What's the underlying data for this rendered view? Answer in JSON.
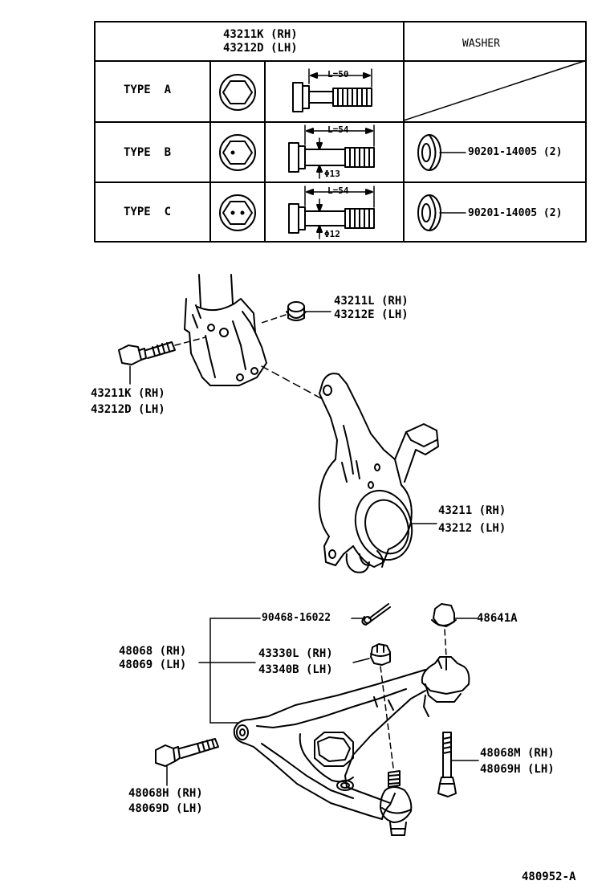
{
  "table": {
    "header_bolt_rh": "43211K (RH)",
    "header_bolt_lh": "43212D (LH)",
    "header_washer": "WASHER",
    "rows": [
      {
        "type": "TYPE  A",
        "length": "L=50",
        "dia": "",
        "washer": ""
      },
      {
        "type": "TYPE  B",
        "length": "L=54",
        "dia": "Φ13",
        "washer": "90201-14005 (2)"
      },
      {
        "type": "TYPE  C",
        "length": "L=54",
        "dia": "Φ12",
        "washer": "90201-14005 (2)"
      }
    ]
  },
  "labels": {
    "nut_rh": "43211L (RH)",
    "nut_lh": "43212E (LH)",
    "bolt_rh": "43211K (RH)",
    "bolt_lh": "43212D (LH)",
    "knuckle_rh": "43211 (RH)",
    "knuckle_lh": "43212 (LH)",
    "cotter_pin": "90468-16022",
    "arm_rh": "48068 (RH)",
    "arm_lh": "48069 (LH)",
    "castle_nut_rh": "43330L (RH)",
    "castle_nut_lh": "43340B (LH)",
    "arm_nut": "48641A",
    "arm_bolt_rear_rh": "48068M (RH)",
    "arm_bolt_rear_lh": "48069H (LH)",
    "arm_bolt_front_rh": "48068H (RH)",
    "arm_bolt_front_lh": "48069D (LH)"
  },
  "figure_code": "480952-A"
}
